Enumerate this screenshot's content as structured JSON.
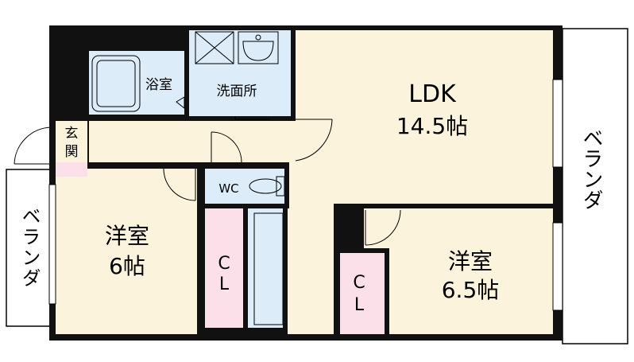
{
  "rooms": {
    "ldk": {
      "name": "LDK",
      "size": "14.5帖"
    },
    "western1": {
      "name": "洋室",
      "size": "6帖"
    },
    "western2": {
      "name": "洋室",
      "size": "6.5帖"
    },
    "bath": "浴室",
    "washroom": "洗面所",
    "toilet": "WC",
    "entrance_1": "玄",
    "entrance_2": "関",
    "closet1_1": "C",
    "closet1_2": "L",
    "closet2_1": "C",
    "closet2_2": "L",
    "balcony_left": "ベランダ",
    "balcony_right": "ベランダ"
  },
  "colors": {
    "wall": "#111111",
    "floor": "#fbf3dc",
    "wet_area": "#dcecf8",
    "closet": "#fbe0ea",
    "entrance": "#fbe0ea"
  }
}
